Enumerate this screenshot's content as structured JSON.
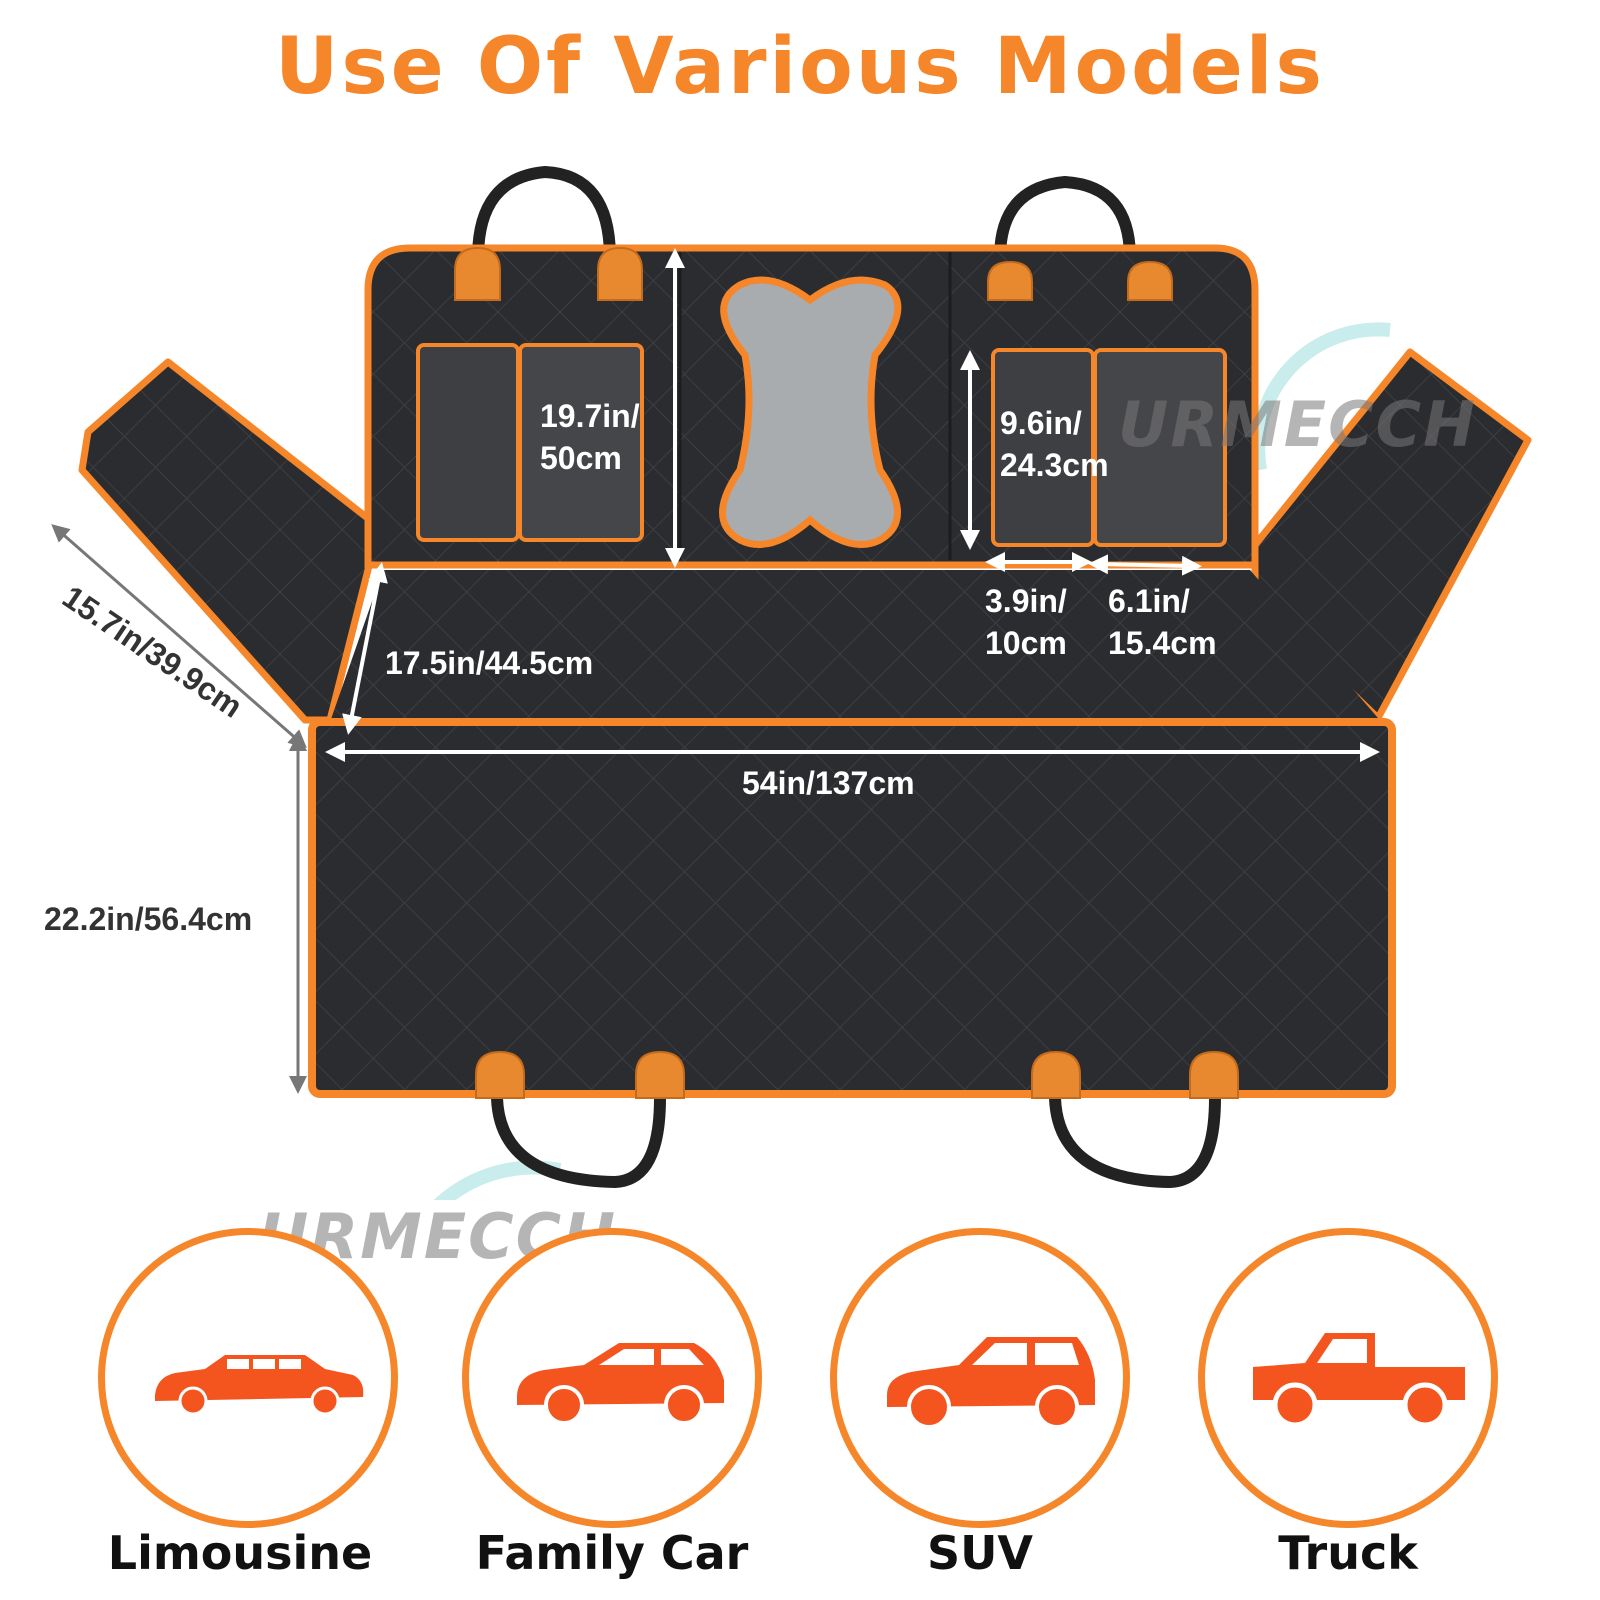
{
  "title": "Use Of Various Models",
  "brand_watermark": "URMECCH",
  "dimensions": {
    "bottom_width": "54in/137cm",
    "bottom_depth": "22.2in/56.4cm",
    "seat_depth": "17.5in/44.5cm",
    "side_flap": "15.7in/39.9cm",
    "backrest_height": "19.7in/\n50cm",
    "pocket_height": "9.6in/\n24.3cm",
    "pocket_small_width": "3.9in/\n10cm",
    "pocket_large_width": "6.1in/\n15.4cm"
  },
  "models": [
    {
      "label": "Limousine",
      "icon": "limousine-icon"
    },
    {
      "label": "Family Car",
      "icon": "family-car-icon"
    },
    {
      "label": "SUV",
      "icon": "suv-icon"
    },
    {
      "label": "Truck",
      "icon": "truck-icon"
    }
  ],
  "colors": {
    "accent": "#f5862a",
    "icon": "#f4541e",
    "mat": "#2b2c2f",
    "mesh_window": "#a9acaf",
    "text_dark": "#333333",
    "watermark_arc": "#c9ecec"
  }
}
